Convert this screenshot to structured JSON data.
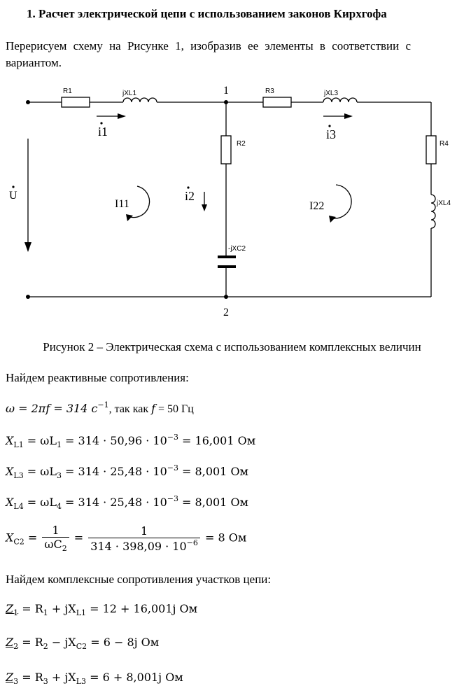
{
  "heading": "1.  Расчет электрической цепи с использованием законов Кирхгофа",
  "intro": {
    "line1": "Перерисуем схему на Рисунке 1, изобразив ее элементы в соответствии с",
    "line2": "вариантом."
  },
  "schematic": {
    "R1": "R1",
    "jXL1": "jXL1",
    "R2": "R2",
    "R3": "R3",
    "jXL3": "jXL3",
    "R4": "R4",
    "jXL4": "jXL4",
    "jXC2": "-jXC2",
    "node1": "1",
    "node2": "2",
    "U": "U",
    "i1": "i1",
    "i2": "i2",
    "i3": "i3",
    "I11": "I11",
    "I22": "I22"
  },
  "caption": "Рисунок 2 – Электрическая схема с использованием комплексных величин",
  "reactance_intro": "Найдем реактивные сопротивления:",
  "eq_omega": {
    "lhs": "ω = 2πf = 314 с",
    "exp": "−1",
    "tail": ", так как ",
    "f": "f",
    "rest": " = 50 Гц"
  },
  "eq_xl1": {
    "L": "X",
    "sub": "L1",
    "mid": " = ωL",
    "sub2": "1",
    "rest": " = 314 · 50,96 · 10",
    "exp": "−3",
    "end": " = 16,001 Ом"
  },
  "eq_xl3": {
    "L": "X",
    "sub": "L3",
    "mid": " = ωL",
    "sub2": "3",
    "rest": " = 314 · 25,48 · 10",
    "exp": "−3",
    "end": " = 8,001 Ом"
  },
  "eq_xl4": {
    "L": "X",
    "sub": "L4",
    "mid": " = ωL",
    "sub2": "4",
    "rest": " = 314 · 25,48 · 10",
    "exp": "−3",
    "end": " = 8,001 Ом"
  },
  "eq_xc2": {
    "L": "X",
    "sub": "C2",
    "num1": "1",
    "den1": "ωC",
    "den1_sub": "2",
    "num2": "1",
    "den2": "314 · 398,09 · 10",
    "den2_exp": "−6",
    "end": " = 8 Ом"
  },
  "impedance_intro": "Найдем комплексные сопротивления участков цепи:",
  "eq_z1": {
    "Z": "Z",
    "sub": "1",
    "rest": " = R",
    "rsub": "1",
    "mid": " + jX",
    "xsub": "L1",
    "end": " = 12 + 16,001j Ом"
  },
  "eq_z2": {
    "Z": "Z",
    "sub": "2",
    "rest": " = R",
    "rsub": "2",
    "mid": " − jX",
    "xsub": "C2",
    "end": " = 6 − 8j Ом"
  },
  "eq_z3": {
    "Z": "Z",
    "sub": "3",
    "rest": " = R",
    "rsub": "3",
    "mid": " + jX",
    "xsub": "L3",
    "end": " = 6 + 8,001j Ом"
  }
}
